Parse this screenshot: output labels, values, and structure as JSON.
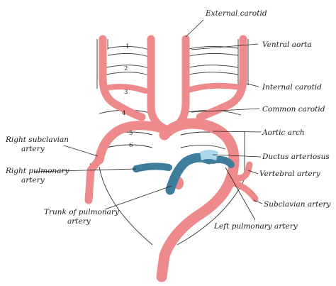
{
  "colors": {
    "artery": "#ef8a8c",
    "artery_dark": "#d9565c",
    "pulmonary": "#3e7d9b",
    "ductus": "#a9d8ea",
    "outline": "#333333",
    "text": "#1a1a1a"
  },
  "labels": {
    "external_carotid": "External carotid",
    "ventral_aorta": "Ventral aorta",
    "internal_carotid": "Internal carotid",
    "common_carotid": "Common carotid",
    "aortic_arch": "Aortic arch",
    "ductus_arteriosus": "Ductus arteriosus",
    "vertebral_artery": "Vertebral artery",
    "subclavian_artery": "Subclavian artery",
    "left_pulmonary_artery": "Left pulmonary artery",
    "trunk_of_pulmonary_artery_1": "Trunk of pulmonary",
    "trunk_of_pulmonary_artery_2": "artery",
    "right_pulmonary_artery_1": "Right pulmonary",
    "right_pulmonary_artery_2": "artery",
    "right_subclavian_artery_1": "Right subclavian",
    "right_subclavian_artery_2": "artery"
  },
  "arch_numbers": [
    "1",
    "2",
    "3",
    "4",
    "5",
    "6"
  ]
}
